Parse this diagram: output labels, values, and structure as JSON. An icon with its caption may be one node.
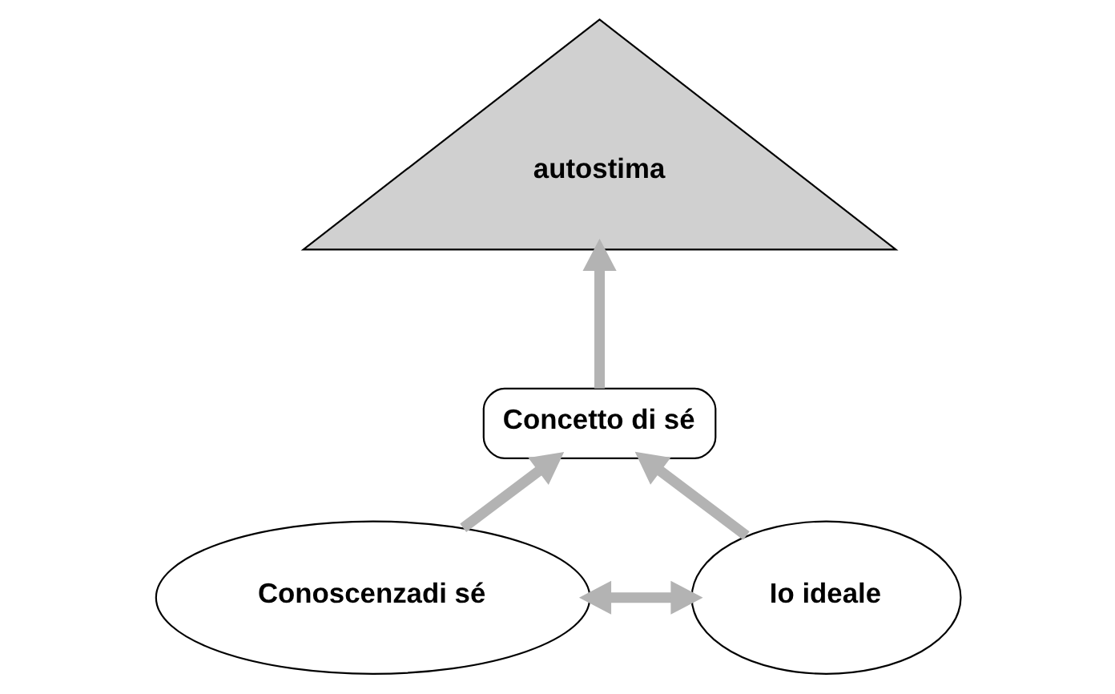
{
  "diagram": {
    "nodes": [
      {
        "text": [
          "autostima"
        ]
      },
      {
        "text": [
          "Concetto di sé"
        ]
      },
      {
        "text": [
          "Conoscenzadi sé"
        ]
      },
      {
        "text": [
          "Io ideale"
        ]
      }
    ],
    "edges": [
      {
        "from": 1,
        "to": 0,
        "arrow": "to"
      },
      {
        "from": 2,
        "to": 3,
        "arrow": "both"
      },
      {
        "from": 2,
        "to": 1,
        "arrow": "to"
      },
      {
        "from": 3,
        "to": 1,
        "arrow": "to"
      }
    ]
  }
}
